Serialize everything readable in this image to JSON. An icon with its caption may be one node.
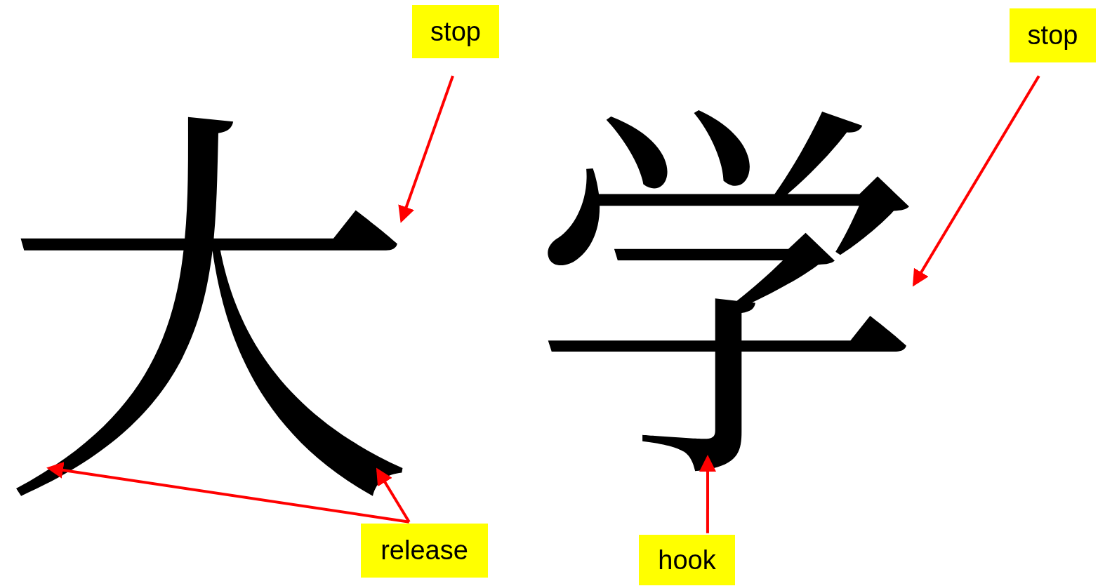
{
  "diagram": {
    "nodes": [
      {
        "text": [
          "stop"
        ]
      },
      {
        "text": [
          "stop"
        ]
      },
      {
        "text": [
          "release"
        ]
      },
      {
        "text": [
          "hook"
        ]
      },
      {
        "text": [
          "大"
        ]
      },
      {
        "text": [
          "学"
        ]
      }
    ],
    "edges": [
      {
        "from": 0,
        "to": 4,
        "arrow": "to"
      },
      {
        "from": 1,
        "to": 5,
        "arrow": "to"
      },
      {
        "from": 2,
        "to": 4,
        "arrow": "to"
      },
      {
        "from": 2,
        "to": 4,
        "arrow": "to"
      },
      {
        "from": 3,
        "to": 5,
        "arrow": "to"
      }
    ]
  }
}
